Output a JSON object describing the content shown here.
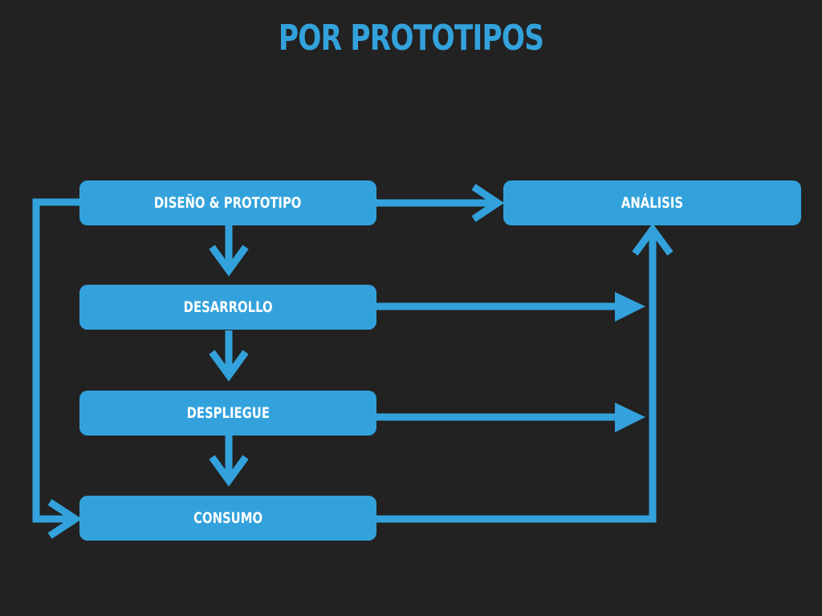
{
  "title": "POR PROTOTIPOS",
  "colors": {
    "background": "#222222",
    "accent": "#33a2dc",
    "box_text": "#ffffff"
  },
  "nodes": {
    "diseno": "DISEÑO & PROTOTIPO",
    "desarrollo": "DESARROLLO",
    "despliegue": "DESPLIEGUE",
    "consumo": "CONSUMO",
    "analisis": "ANÁLISIS"
  }
}
